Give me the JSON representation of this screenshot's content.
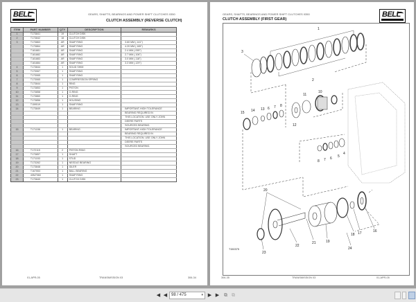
{
  "left_page": {
    "logo": "BELL",
    "section_header": "GEARS, SHAFTS, BEARINGS AND POWER SHIFT CLUTCHES 0350",
    "title": "CLUTCH ASSEMBLY (REVERSE CLUTCH)",
    "table": {
      "columns": [
        "ITEM",
        "PART NUMBER",
        "QTY",
        "DESCRIPTION",
        "REMARKS"
      ],
      "rows": [
        {
          "item": "1",
          "part": "T173841",
          "qty": "19",
          "desc": "CLUTCH DISK",
          "rem": ""
        },
        {
          "item": "2",
          "part": "T173842",
          "qty": "18",
          "desc": "CLUTCH DISK",
          "rem": ""
        },
        {
          "item": "3",
          "part": "T173863",
          "qty": "AR",
          "desc": "SNAP RING",
          "rem": "3.60 MM (.141\")"
        },
        {
          "item": "",
          "part": "T173864",
          "qty": "AR",
          "desc": "SNAP RING",
          "rem": "4.20 MM (.165\")"
        },
        {
          "item": "",
          "part": "T181881",
          "qty": "AR",
          "desc": "SNAP RING",
          "rem": "2.4 MM (.095\")"
        },
        {
          "item": "",
          "part": "T181882",
          "qty": "AR",
          "desc": "SNAP RING",
          "rem": "2.7 MM (.106\")"
        },
        {
          "item": "",
          "part": "T181883",
          "qty": "AR",
          "desc": "SNAP RING",
          "rem": "3.0 MM (.118\")"
        },
        {
          "item": "",
          "part": "T181884",
          "qty": "AR",
          "desc": "SNAP RING",
          "rem": "3.3 MM (.129\")"
        },
        {
          "item": "4",
          "part": "T173844",
          "qty": "1",
          "desc": "SOLID SHIM",
          "rem": ""
        },
        {
          "item": "5",
          "part": "T173067",
          "qty": "1",
          "desc": "SNAP RING",
          "rem": ""
        },
        {
          "item": "6",
          "part": "T173065",
          "qty": "1",
          "desc": "SNAP RING",
          "rem": ""
        },
        {
          "item": "7",
          "part": "T173065",
          "qty": "1",
          "desc": "COMPRESSION SPRING",
          "rem": ""
        },
        {
          "item": "8",
          "part": "T173844",
          "qty": "1",
          "desc": "RING",
          "rem": ""
        },
        {
          "item": "9",
          "part": "T173853",
          "qty": "1",
          "desc": "PISTON",
          "rem": ""
        },
        {
          "item": "10",
          "part": "T173858",
          "qty": "1",
          "desc": "O-RING",
          "rem": ""
        },
        {
          "item": "11",
          "part": "T173860",
          "qty": "1",
          "desc": "O-RING",
          "rem": ""
        },
        {
          "item": "12",
          "part": "T173856",
          "qty": "1",
          "desc": "HOUSING",
          "rem": ""
        },
        {
          "item": "13",
          "part": "T159519",
          "qty": "1",
          "desc": "SNAP RING",
          "rem": ""
        },
        {
          "item": "14",
          "part": "T173849",
          "qty": "1",
          "desc": "BEARING",
          "rem": "IMPORTANT-HIGH TOLERANCE"
        },
        {
          "item": "",
          "part": "",
          "qty": "",
          "desc": "",
          "rem": "BEARING REQUIRED IN"
        },
        {
          "item": "",
          "part": "",
          "qty": "",
          "desc": "",
          "rem": "THIS LOCATION. USE ONLY JOHN"
        },
        {
          "item": "",
          "part": "",
          "qty": "",
          "desc": "",
          "rem": "DEERE PARTS"
        },
        {
          "item": "",
          "part": "",
          "qty": "",
          "desc": "",
          "rem": "SOURCED BEARING."
        },
        {
          "item": "15",
          "part": "T171156",
          "qty": "1",
          "desc": "BEARING",
          "rem": "IMPORTANT-HIGH TOLERANCE"
        },
        {
          "item": "",
          "part": "",
          "qty": "",
          "desc": "",
          "rem": "BEARING REQUIRED IN"
        },
        {
          "item": "",
          "part": "",
          "qty": "",
          "desc": "",
          "rem": "THIS LOCATION. USE ONLY JOHN"
        },
        {
          "item": "",
          "part": "",
          "qty": "",
          "desc": "",
          "rem": "DEERE PARTS"
        },
        {
          "item": "",
          "part": "",
          "qty": "",
          "desc": "",
          "rem": "SOURCED BEARING."
        },
        {
          "item": "16",
          "part": "T172115",
          "qty": "2",
          "desc": "PISTON RING",
          "rem": ""
        },
        {
          "item": "17",
          "part": "T173857",
          "qty": "1",
          "desc": "SHAFT",
          "rem": ""
        },
        {
          "item": "18",
          "part": "T171153",
          "qty": "1",
          "desc": "STUD",
          "rem": ""
        },
        {
          "item": "19",
          "part": "T173262",
          "qty": "1",
          "desc": "NEEDLE BEARING",
          "rem": ""
        },
        {
          "item": "20",
          "part": "T173848",
          "qty": "1",
          "desc": "IDLER",
          "rem": ""
        },
        {
          "item": "21",
          "part": "T167553",
          "qty": "1",
          "desc": "BALL BEARING",
          "rem": ""
        },
        {
          "item": "22",
          "part": "40M7060",
          "qty": "1",
          "desc": "SNAP RING",
          "rem": ""
        },
        {
          "item": "23",
          "part": "T173840",
          "qty": "1",
          "desc": "CLUTCH DISK",
          "rem": ""
        }
      ]
    },
    "footer": {
      "left": "01-APR-05",
      "center": "TRANSMISSION 03",
      "right": "306-34"
    }
  },
  "right_page": {
    "logo": "BELL",
    "section_header": "GEARS, SHAFTS, BEARINGS AND POWER SHIFT CLUTCHES 0350",
    "title": "CLUTCH ASSEMBLY (FIRST GEAR)",
    "diagram": {
      "figure_id": "T150375",
      "callouts": [
        "1",
        "2",
        "3",
        "4",
        "5",
        "6",
        "7",
        "8",
        "8",
        "6",
        "7",
        "10",
        "11",
        "12",
        "13",
        "14",
        "15",
        "16",
        "17",
        "18",
        "19",
        "20",
        "21",
        "22",
        "23",
        "24"
      ]
    },
    "footer": {
      "left": "306-35",
      "center": "TRANSMISSION 03",
      "right": "01-APR-05"
    }
  },
  "toolbar": {
    "first_page": "first-page-icon",
    "prev_page": "prev-page-icon",
    "page_indicator": "98 / 475",
    "next_page": "next-page-icon",
    "last_page": "last-page-icon",
    "single_page_view": "single-page-icon",
    "continuous_view": "continuous-page-icon",
    "two_page_view": "two-page-icon"
  }
}
